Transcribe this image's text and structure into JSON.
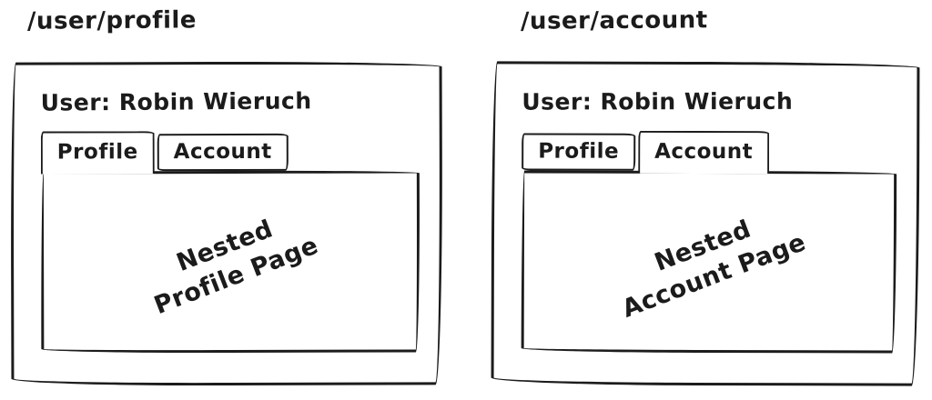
{
  "colors": {
    "ink": "#1b1b1b",
    "background": "#ffffff"
  },
  "panels": [
    {
      "route": "/user/profile",
      "header": "User: Robin Wieruch",
      "tabs": [
        {
          "label": "Profile",
          "active": true
        },
        {
          "label": "Account",
          "active": false
        }
      ],
      "content_line1": "Nested",
      "content_line2": "Profile Page"
    },
    {
      "route": "/user/account",
      "header": "User: Robin Wieruch",
      "tabs": [
        {
          "label": "Profile",
          "active": false
        },
        {
          "label": "Account",
          "active": true
        }
      ],
      "content_line1": "Nested",
      "content_line2": "Account Page"
    }
  ]
}
